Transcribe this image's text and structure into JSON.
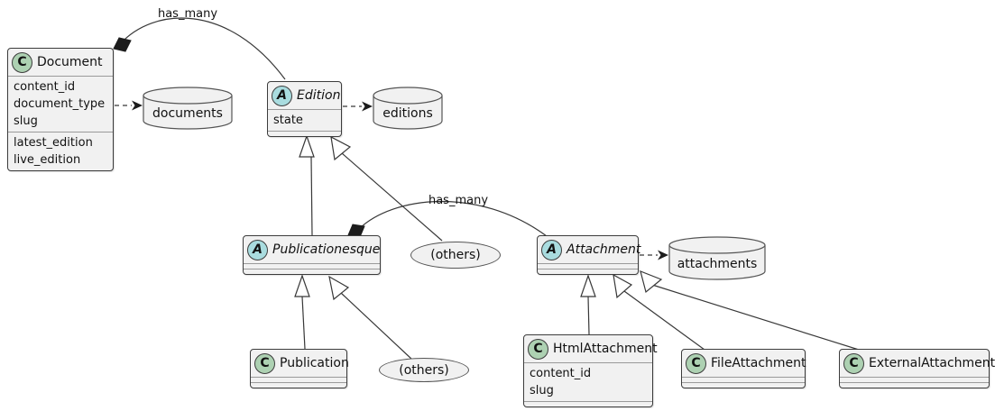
{
  "icons": {
    "class_letter": "C",
    "abstract_letter": "A"
  },
  "labels": {
    "has_many_top": "has_many",
    "has_many_mid": "has_many"
  },
  "nodes": {
    "document": {
      "name": "Document",
      "attrs": [
        "content_id",
        "document_type",
        "slug"
      ],
      "attrs2": [
        "latest_edition",
        "live_edition"
      ]
    },
    "edition": {
      "name": "Edition",
      "attrs": [
        "state"
      ]
    },
    "publicationesque": {
      "name": "Publicationesque"
    },
    "attachment": {
      "name": "Attachment"
    },
    "publication": {
      "name": "Publication"
    },
    "html_attachment": {
      "name": "HtmlAttachment",
      "attrs": [
        "content_id",
        "slug"
      ]
    },
    "file_attachment": {
      "name": "FileAttachment"
    },
    "external_attachment": {
      "name": "ExternalAttachment"
    },
    "others_edition": {
      "label": "(others)"
    },
    "others_publicationesque": {
      "label": "(others)"
    },
    "documents_db": {
      "label": "documents"
    },
    "editions_db": {
      "label": "editions"
    },
    "attachments_db": {
      "label": "attachments"
    }
  },
  "colors": {
    "class_icon_bg": "#ADD1B2",
    "abstract_icon_bg": "#A9DCDF",
    "node_fill": "#F1F1F1",
    "line": "#383838"
  }
}
